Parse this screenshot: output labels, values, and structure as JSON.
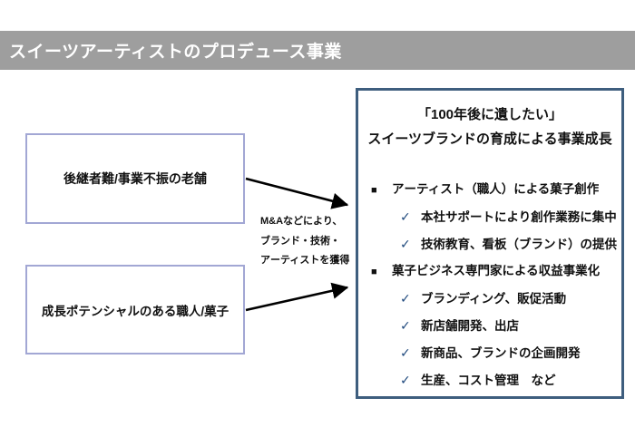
{
  "header": {
    "title": "スイーツアーティストのプロデュース事業"
  },
  "sources": [
    {
      "label": "後継者難/事業不振の老舗"
    },
    {
      "label": "成長ポテンシャルのある職人/菓子"
    }
  ],
  "acquisition_note": {
    "lines": [
      "M&Aなどにより、",
      "ブランド・技術・",
      "アーティストを獲得"
    ]
  },
  "result_box": {
    "heading": [
      "「100年後に遺したい」",
      "スイーツブランドの育成による事業成長"
    ],
    "items": [
      {
        "type": "square",
        "text": "アーティスト（職人）による菓子創作"
      },
      {
        "type": "check",
        "text": "本社サポートにより創作業務に集中"
      },
      {
        "type": "check",
        "text": "技術教育、看板（ブランド）の提供"
      },
      {
        "type": "square",
        "text": "菓子ビジネス専門家による収益事業化"
      },
      {
        "type": "check",
        "text": "ブランディング、販促活動"
      },
      {
        "type": "check",
        "text": "新店舗開発、出店"
      },
      {
        "type": "check",
        "text": "新商品、ブランドの企画開発"
      },
      {
        "type": "check",
        "text": "生産、コスト管理　など"
      }
    ]
  },
  "icons": {
    "square_bullet": "■",
    "check": "✓"
  },
  "colors": {
    "header_bg": "#9e9e9e",
    "header_text": "#ffffff",
    "left_box_border": "#a2a7d4",
    "right_box_border": "#3e5e7e",
    "check_color": "#1f497d",
    "bullet_color": "#111111",
    "arrow_color": "#000000",
    "text_color": "#111111"
  }
}
